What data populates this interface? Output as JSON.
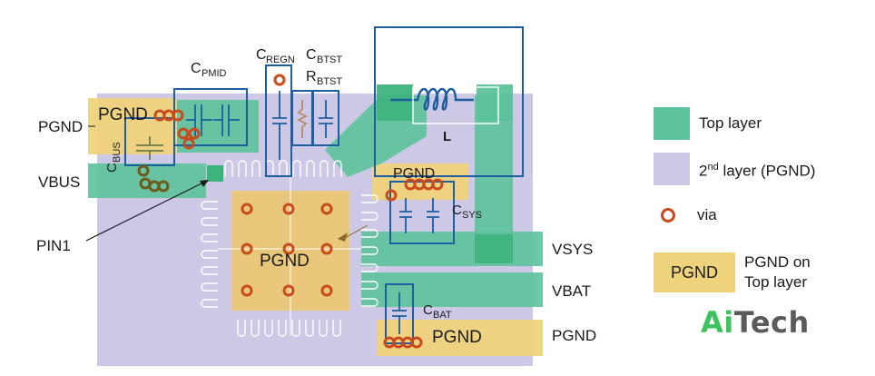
{
  "labels": {
    "pgnd_top_left": "PGND",
    "pgnd_outer_left": "PGND",
    "vbus": "VBUS",
    "pin1": "PIN1",
    "cbus_main": "C",
    "cbus_sub": "BUS",
    "cpmid_main": "C",
    "cpmid_sub": "PMID",
    "cregn_main": "C",
    "cregn_sub": "REGN",
    "cbtst_main": "C",
    "cbtst_sub": "BTST",
    "rbtst_main": "R",
    "rbtst_sub": "BTST",
    "inductor": "L",
    "pgnd_csys": "PGND",
    "csys_main": "C",
    "csys_sub": "SYS",
    "pgnd_center": "PGND",
    "vsys": "VSYS",
    "vbat": "VBAT",
    "cbat_main": "C",
    "cbat_sub": "BAT",
    "pgnd_bottom": "PGND",
    "pgnd_right": "PGND"
  },
  "legend": {
    "top_layer": "Top layer",
    "second_layer_sup": "nd",
    "second_layer_num": "2",
    "second_layer_rest": " layer (PGND)",
    "via": "via",
    "pgnd_box": "PGND",
    "pgnd_on_top_line1": "PGND on",
    "pgnd_on_top_line2": "Top layer"
  },
  "brand": {
    "ai": "Ai",
    "tech": "Tech"
  },
  "colors": {
    "top_layer": "#5cc29a",
    "second_layer": "#ccc8e6",
    "pgnd_top": "#efd37c",
    "outline": "#1c5e9e",
    "via": "#c94a1c"
  }
}
